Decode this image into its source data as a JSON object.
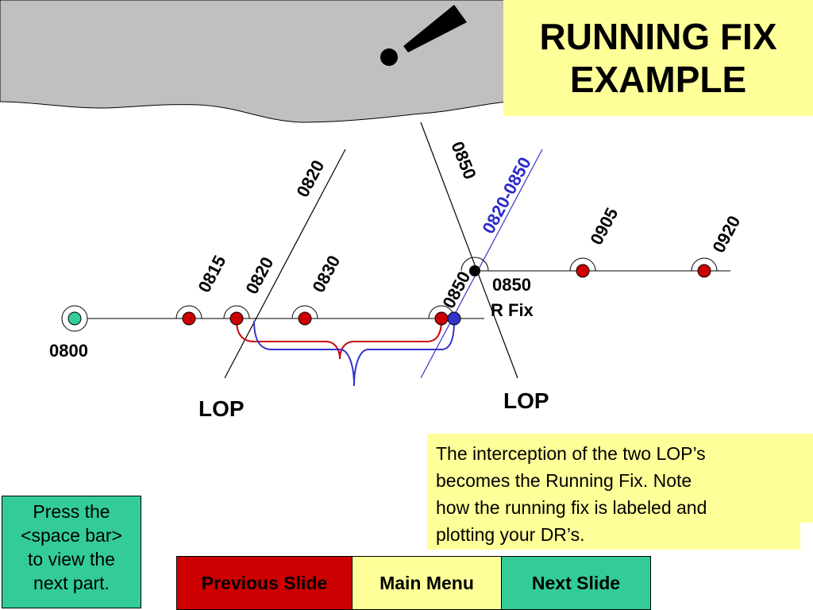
{
  "title": {
    "line1": "RUNNING FIX",
    "line2": "EXAMPLE"
  },
  "labels": {
    "start_time": "0800",
    "dr_0815": "0815",
    "dr_0820": "0820",
    "dr_0830": "0830",
    "dr_0850": "0850",
    "dr_0905": "0905",
    "dr_0920": "0920",
    "lop_0820": "0820",
    "lop_0850": "0850",
    "advanced_lop": "0820-0850",
    "rfix_time": "0850",
    "rfix_label": "R Fix",
    "lop_left": "LOP",
    "lop_right": "LOP"
  },
  "note": {
    "lines": [
      "The interception of the two LOP’s",
      "becomes the Running Fix. Note",
      "how the running fix is labeled and",
      "plotting your DR’s."
    ]
  },
  "press_box": {
    "lines": [
      "Press the",
      "<space bar>",
      "to view the",
      "next part."
    ]
  },
  "nav": {
    "previous": "Previous Slide",
    "main_menu": "Main Menu",
    "next": "Next Slide"
  },
  "colors": {
    "land": "#c0c0c0",
    "highlight_yellow": "#ffff99",
    "press_green": "#33cc99",
    "prev_red": "#cc0000",
    "next_green": "#33cc99",
    "dr_dot_red": "#cc0000",
    "start_dot_teal": "#33cc99",
    "advanced_blue": "#3333cc"
  },
  "icons": {
    "lighthouse": "lighthouse-icon"
  }
}
